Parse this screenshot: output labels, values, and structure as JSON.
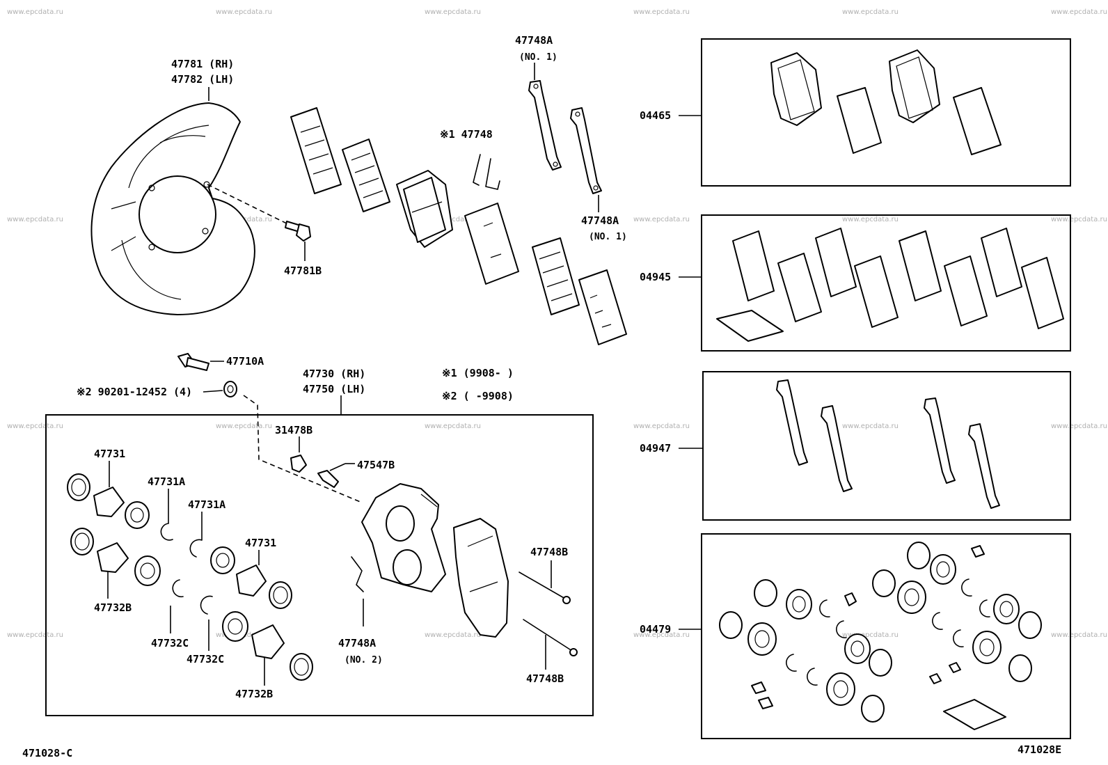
{
  "labels": {
    "shield_rh": "47781 (RH)",
    "shield_lh": "47782 (LH)",
    "shield_bolt": "47781B",
    "clip_no1_top": "47748A",
    "clip_no1_top_sub": "(NO. 1)",
    "clip_no1_right": "47748A",
    "clip_no1_right_sub": "(NO. 1)",
    "anti_squeal_spring": "※1 47748",
    "bleeder_bolt": "47710A",
    "washer_note": "※2 90201-12452 (4)",
    "caliper_rh": "47730 (RH)",
    "caliper_lh": "47750 (LH)",
    "note1": "※1 (9908-        )",
    "note2": "※2 (        -9908)",
    "plug": "31478B",
    "bleeder_plug": "47547B",
    "piston_1": "47731",
    "piston_2": "47731",
    "seal_1": "47731A",
    "seal_2": "47731A",
    "boot_1": "47732B",
    "boot_2": "47732B",
    "ring_1": "47732C",
    "ring_2": "47732C",
    "pin_1": "47748B",
    "pin_2": "47748B",
    "clip_no2": "47748A",
    "clip_no2_sub": "(NO. 2)",
    "kit_pads": "04465",
    "kit_shims": "04945",
    "kit_clips": "04947",
    "kit_seals": "04479",
    "footer_left": "471028-C",
    "footer_right": "471028E"
  },
  "watermark": "www.epcdata.ru"
}
